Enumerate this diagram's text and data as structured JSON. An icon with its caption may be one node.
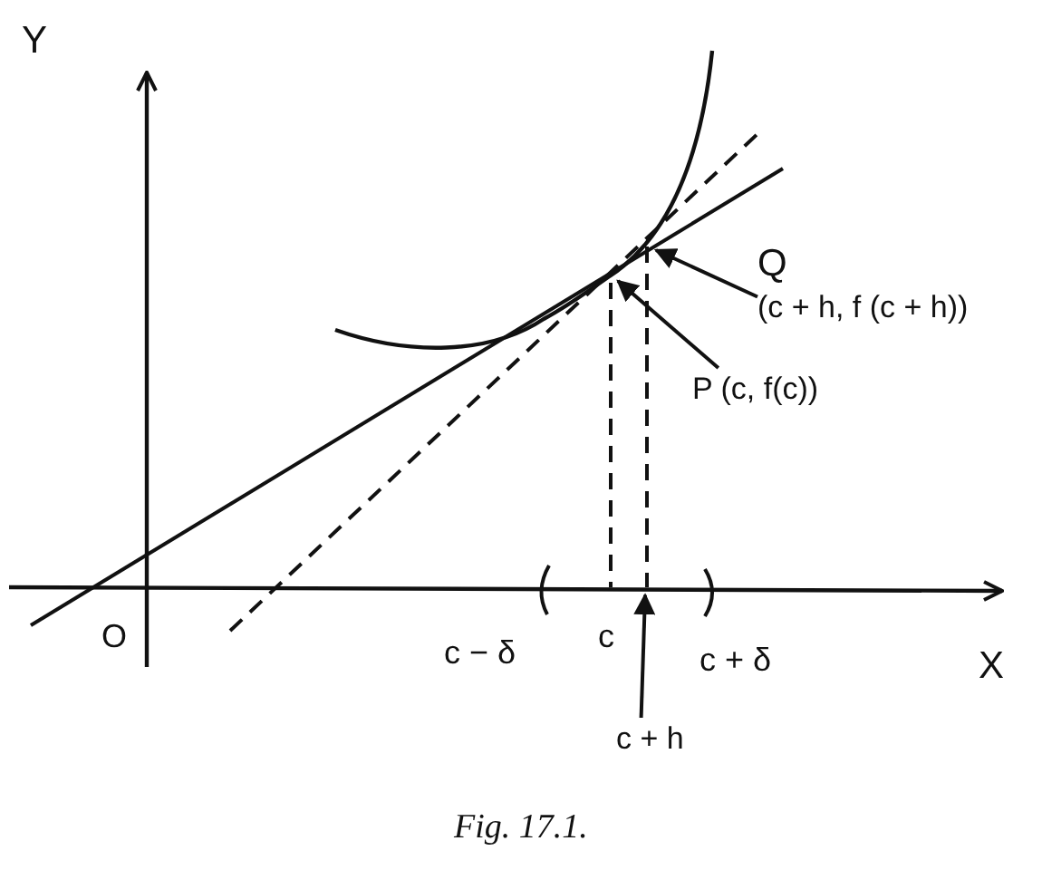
{
  "diagram": {
    "caption": "Fig. 17.1.",
    "nodes": [
      {
        "text": [
          "Q",
          "(c + h, f (c + h))"
        ]
      },
      {
        "text": [
          "P (c, f(c))"
        ]
      },
      {
        "text": [
          "c + h"
        ]
      },
      {
        "text": [],
        "shape": "line"
      }
    ],
    "edges": [
      {
        "from": 0,
        "to": null,
        "arrow": "to"
      },
      {
        "from": 1,
        "to": null,
        "arrow": "to"
      },
      {
        "from": 2,
        "to": 3,
        "arrow": "to"
      }
    ],
    "labels": [
      "Y",
      "O",
      "c − δ",
      "c",
      "c + δ",
      "X"
    ]
  }
}
